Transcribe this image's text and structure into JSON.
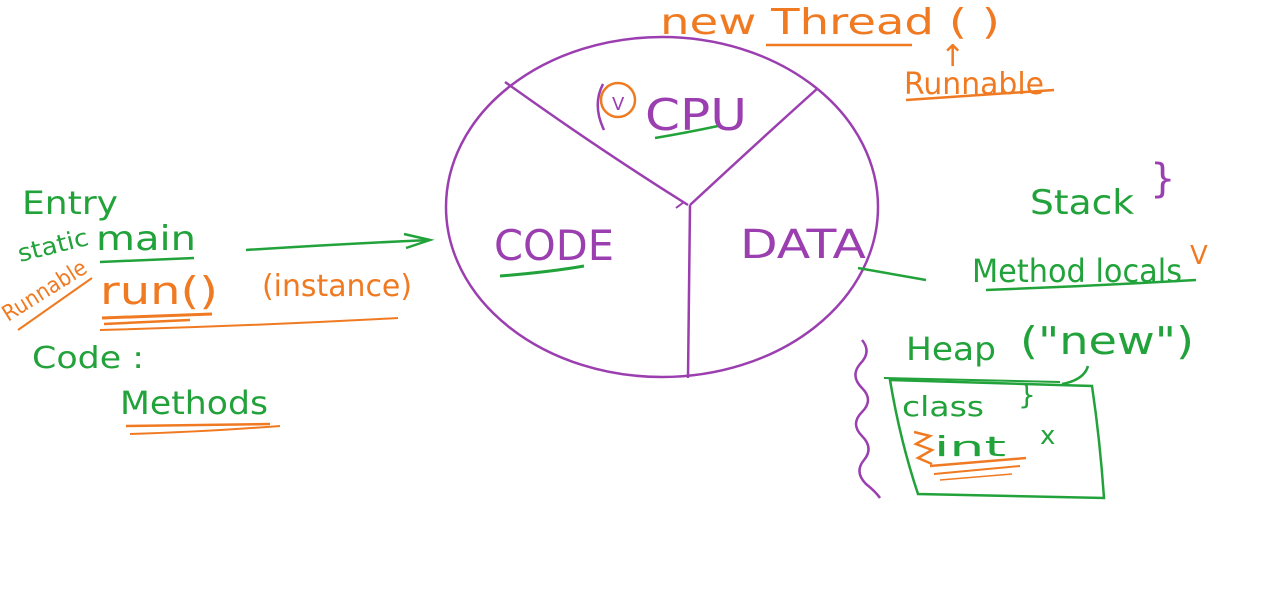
{
  "colors": {
    "purple": "#9b3fb0",
    "green": "#22a23a",
    "orange": "#f07a22",
    "background": "#ffffff"
  },
  "circle": {
    "cpu_label": "CPU",
    "v_label": "V",
    "code_label": "CODE",
    "data_label": "DATA"
  },
  "top": {
    "new_thread": "new Thread ( )",
    "arrow_up": "↑",
    "runnable": "Runnable"
  },
  "left": {
    "entry": "Entry",
    "static": "static",
    "runnable": "Runnable",
    "main": "main",
    "run": "run()",
    "instance": "(instance)",
    "code_colon": "Code :",
    "methods": "Methods"
  },
  "right": {
    "stack": "Stack",
    "brace": "}",
    "method_locals": "Method locals",
    "locals_mark": "V",
    "heap": "Heap",
    "new_paren": "(\"new\")",
    "class": "class",
    "class_brace": "}",
    "int": "int",
    "x": "x"
  }
}
